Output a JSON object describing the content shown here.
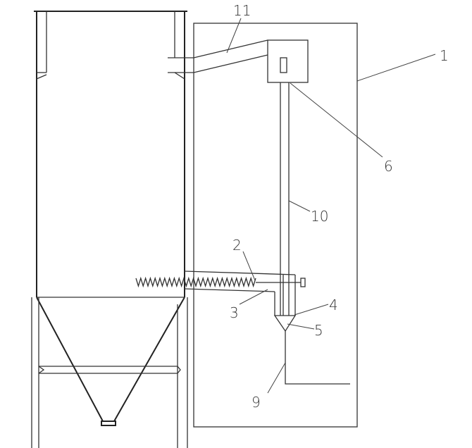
{
  "labels": {
    "box": "1",
    "screw_conveyor": "2",
    "conveyor_outlet": "3",
    "vertical_pipe": "4",
    "funnel": "5",
    "top_unit": "6",
    "discharge_line": "9",
    "riser_pipe": "10",
    "inlet_pipe": "11"
  }
}
